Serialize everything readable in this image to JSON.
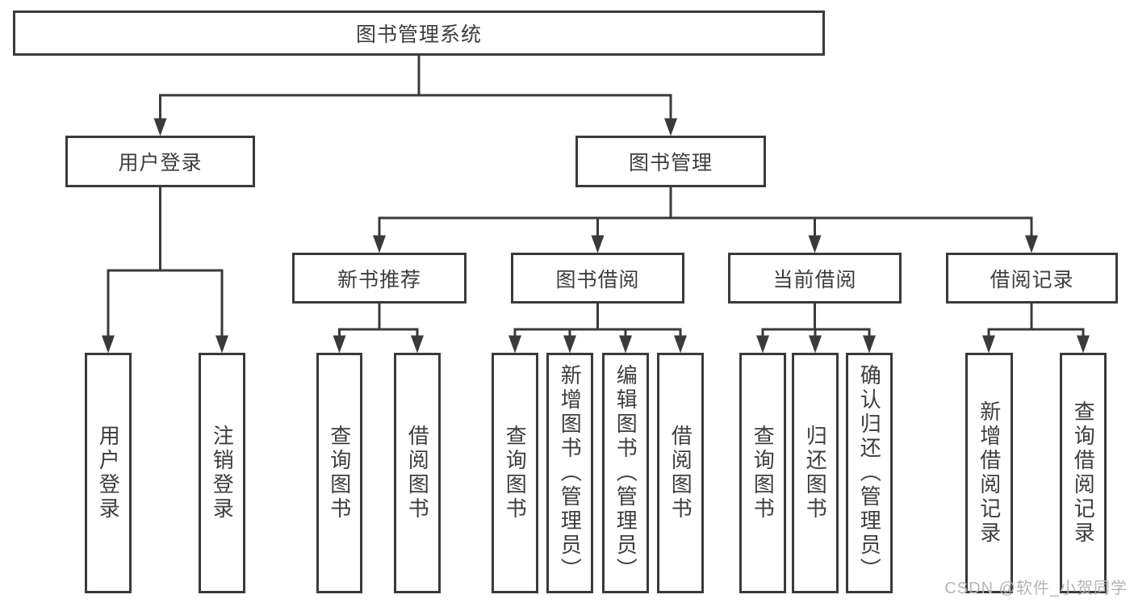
{
  "tree": {
    "root": {
      "label": "图书管理系统"
    },
    "level2": [
      {
        "label": "用户登录"
      },
      {
        "label": "图书管理"
      }
    ],
    "level3": [
      {
        "label": "新书推荐"
      },
      {
        "label": "图书借阅"
      },
      {
        "label": "当前借阅"
      },
      {
        "label": "借阅记录"
      }
    ],
    "leaves": {
      "user_login": [
        {
          "label": "用户登录"
        },
        {
          "label": "注销登录"
        }
      ],
      "new_book_rec": [
        {
          "label": "查询图书"
        },
        {
          "label": "借阅图书"
        }
      ],
      "book_borrow": [
        {
          "label": "查询图书"
        },
        {
          "label": "新增图书（管理员）"
        },
        {
          "label": "编辑图书（管理员）"
        },
        {
          "label": "借阅图书"
        }
      ],
      "current_borrow": [
        {
          "label": "查询图书"
        },
        {
          "label": "归还图书"
        },
        {
          "label": "确认归还（管理员）"
        }
      ],
      "borrow_records": [
        {
          "label": "新增借阅记录"
        },
        {
          "label": "查询借阅记录"
        }
      ]
    }
  },
  "watermark": {
    "text": "CSDN @软件_小贺同学"
  },
  "colors": {
    "line": "#3a3a3a",
    "box_border": "#3a3a3a",
    "text": "#3d3d3d",
    "background": "#ffffff",
    "watermark": "#b5b5b5"
  }
}
